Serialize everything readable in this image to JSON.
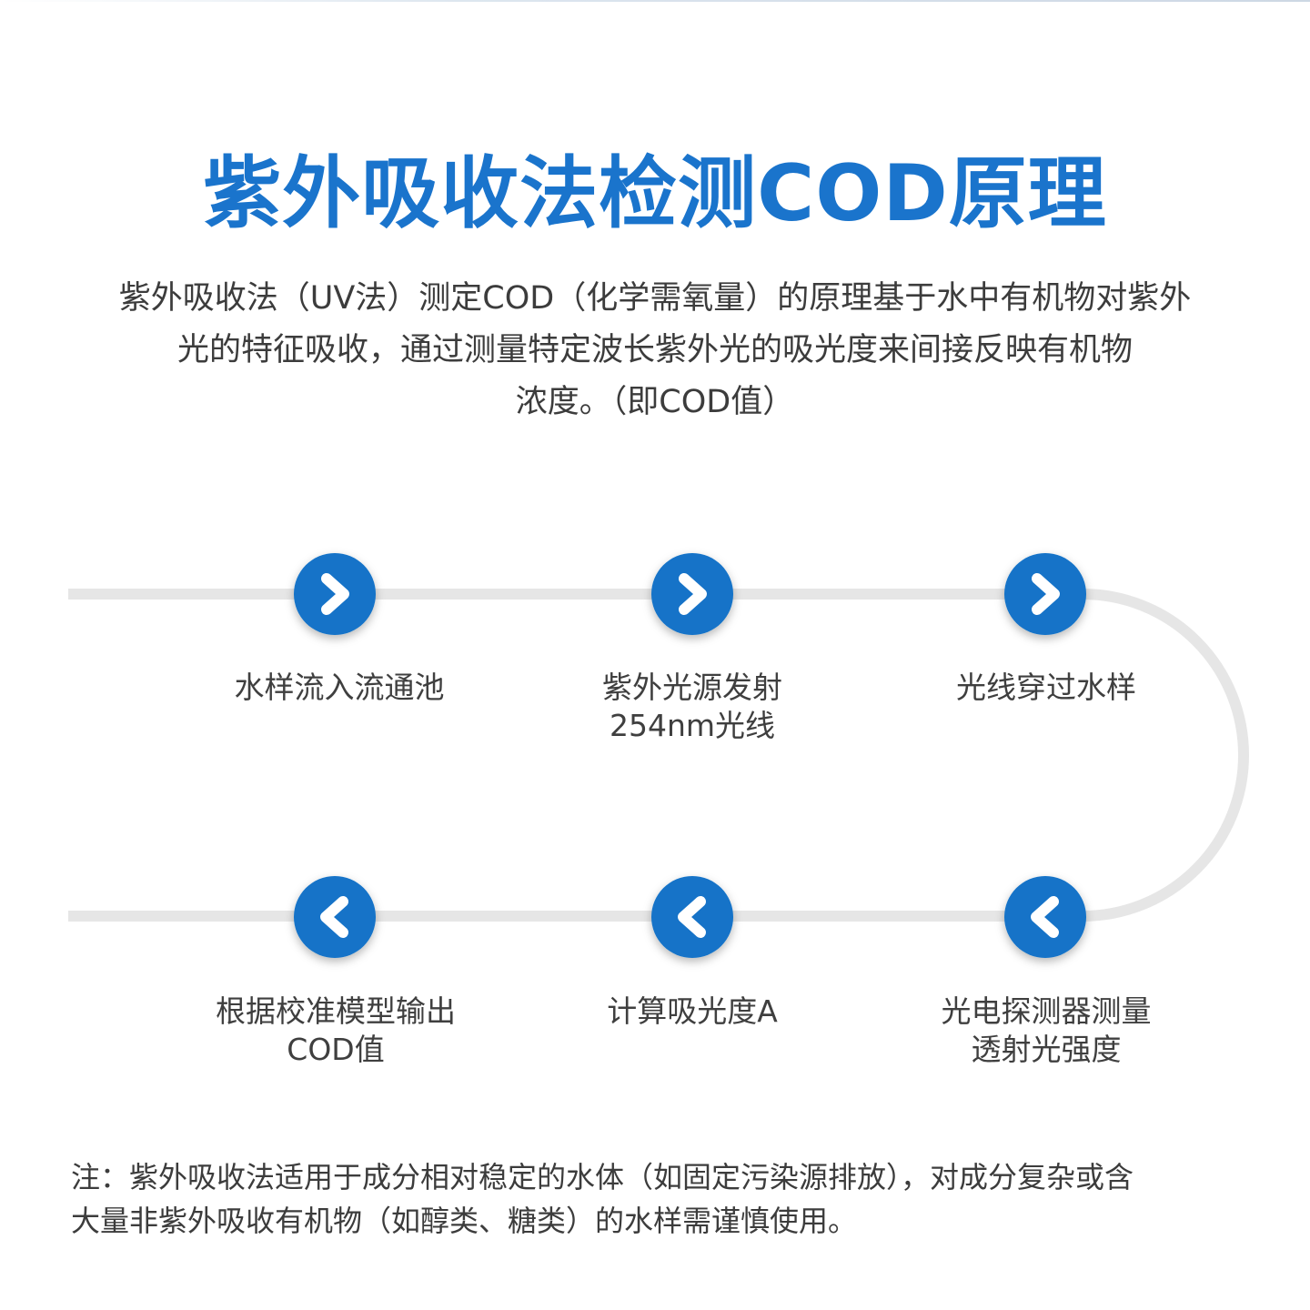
{
  "title": "紫外吸收法检测COD原理",
  "intro": {
    "lines": [
      "紫外吸收法（UV法）测定COD（化学需氧量）的原理基于水中有机物对紫外",
      "光的特征吸收，通过测量特定波长紫外光的吸光度来间接反映有机物",
      "浓度。（即COD值）"
    ]
  },
  "colors": {
    "accent": "#1a74cc",
    "node": "#1273c8",
    "track": "#e6e6e6",
    "text": "#3c3c3c"
  },
  "steps": [
    {
      "icon": "chevron-right-icon",
      "lines": [
        "水样流入流通池"
      ]
    },
    {
      "icon": "chevron-right-icon",
      "lines": [
        "紫外光源发射",
        "254nm光线"
      ]
    },
    {
      "icon": "chevron-right-icon",
      "lines": [
        "光线穿过水样"
      ]
    },
    {
      "icon": "chevron-left-icon",
      "lines": [
        "光电探测器测量",
        "透射光强度"
      ]
    },
    {
      "icon": "chevron-left-icon",
      "lines": [
        "计算吸光度A"
      ]
    },
    {
      "icon": "chevron-left-icon",
      "lines": [
        "根据校准模型输出",
        "COD值"
      ]
    }
  ],
  "note": {
    "lines": [
      "注：紫外吸收法适用于成分相对稳定的水体（如固定污染源排放），对成分复杂或含",
      "大量非紫外吸收有机物（如醇类、糖类）的水样需谨慎使用。"
    ]
  }
}
